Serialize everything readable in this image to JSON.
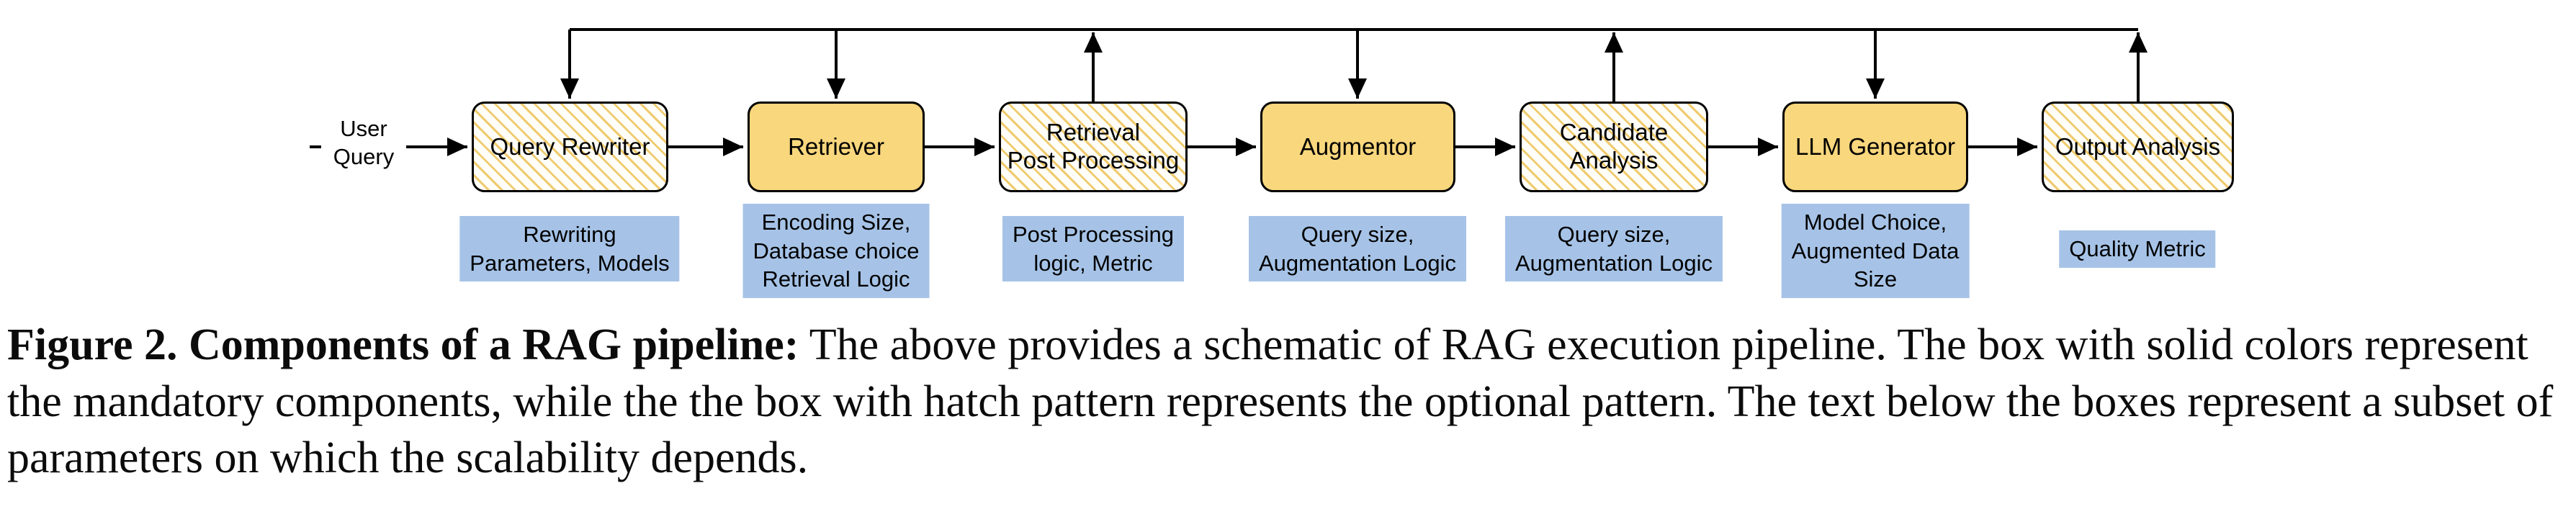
{
  "figure": {
    "user_query_label": "User\nQuery",
    "boxes": [
      {
        "label": "Query Rewriter",
        "type": "optional"
      },
      {
        "label": "Retriever",
        "type": "mandatory"
      },
      {
        "label": "Retrieval\nPost Processing",
        "type": "optional"
      },
      {
        "label": "Augmentor",
        "type": "mandatory"
      },
      {
        "label": "Candidate\nAnalysis",
        "type": "optional"
      },
      {
        "label": "LLM Generator",
        "type": "mandatory"
      },
      {
        "label": "Output Analysis",
        "type": "optional"
      }
    ],
    "params": [
      "Rewriting\nParameters, Models",
      "Encoding Size,\nDatabase choice\nRetrieval Logic",
      "Post Processing\nlogic, Metric",
      "Query size,\nAugmentation Logic",
      "Query size,\nAugmentation Logic",
      "Model Choice,\nAugmented Data\nSize",
      "Quality Metric"
    ],
    "colors": {
      "mandatory_fill": "#F9D77D",
      "hatch_stripe": "#EFCB6F",
      "param_bg": "#A6C3E7",
      "line_color": "#000000"
    }
  },
  "caption": {
    "bold": "Figure 2. Components of a RAG pipeline:",
    "text": "The above provides a schematic of RAG execution pipeline. The box with solid colors represent the mandatory components, while the the box with hatch pattern represents the optional pattern. The text below the boxes represent a subset of parameters on which the scalability depends."
  }
}
